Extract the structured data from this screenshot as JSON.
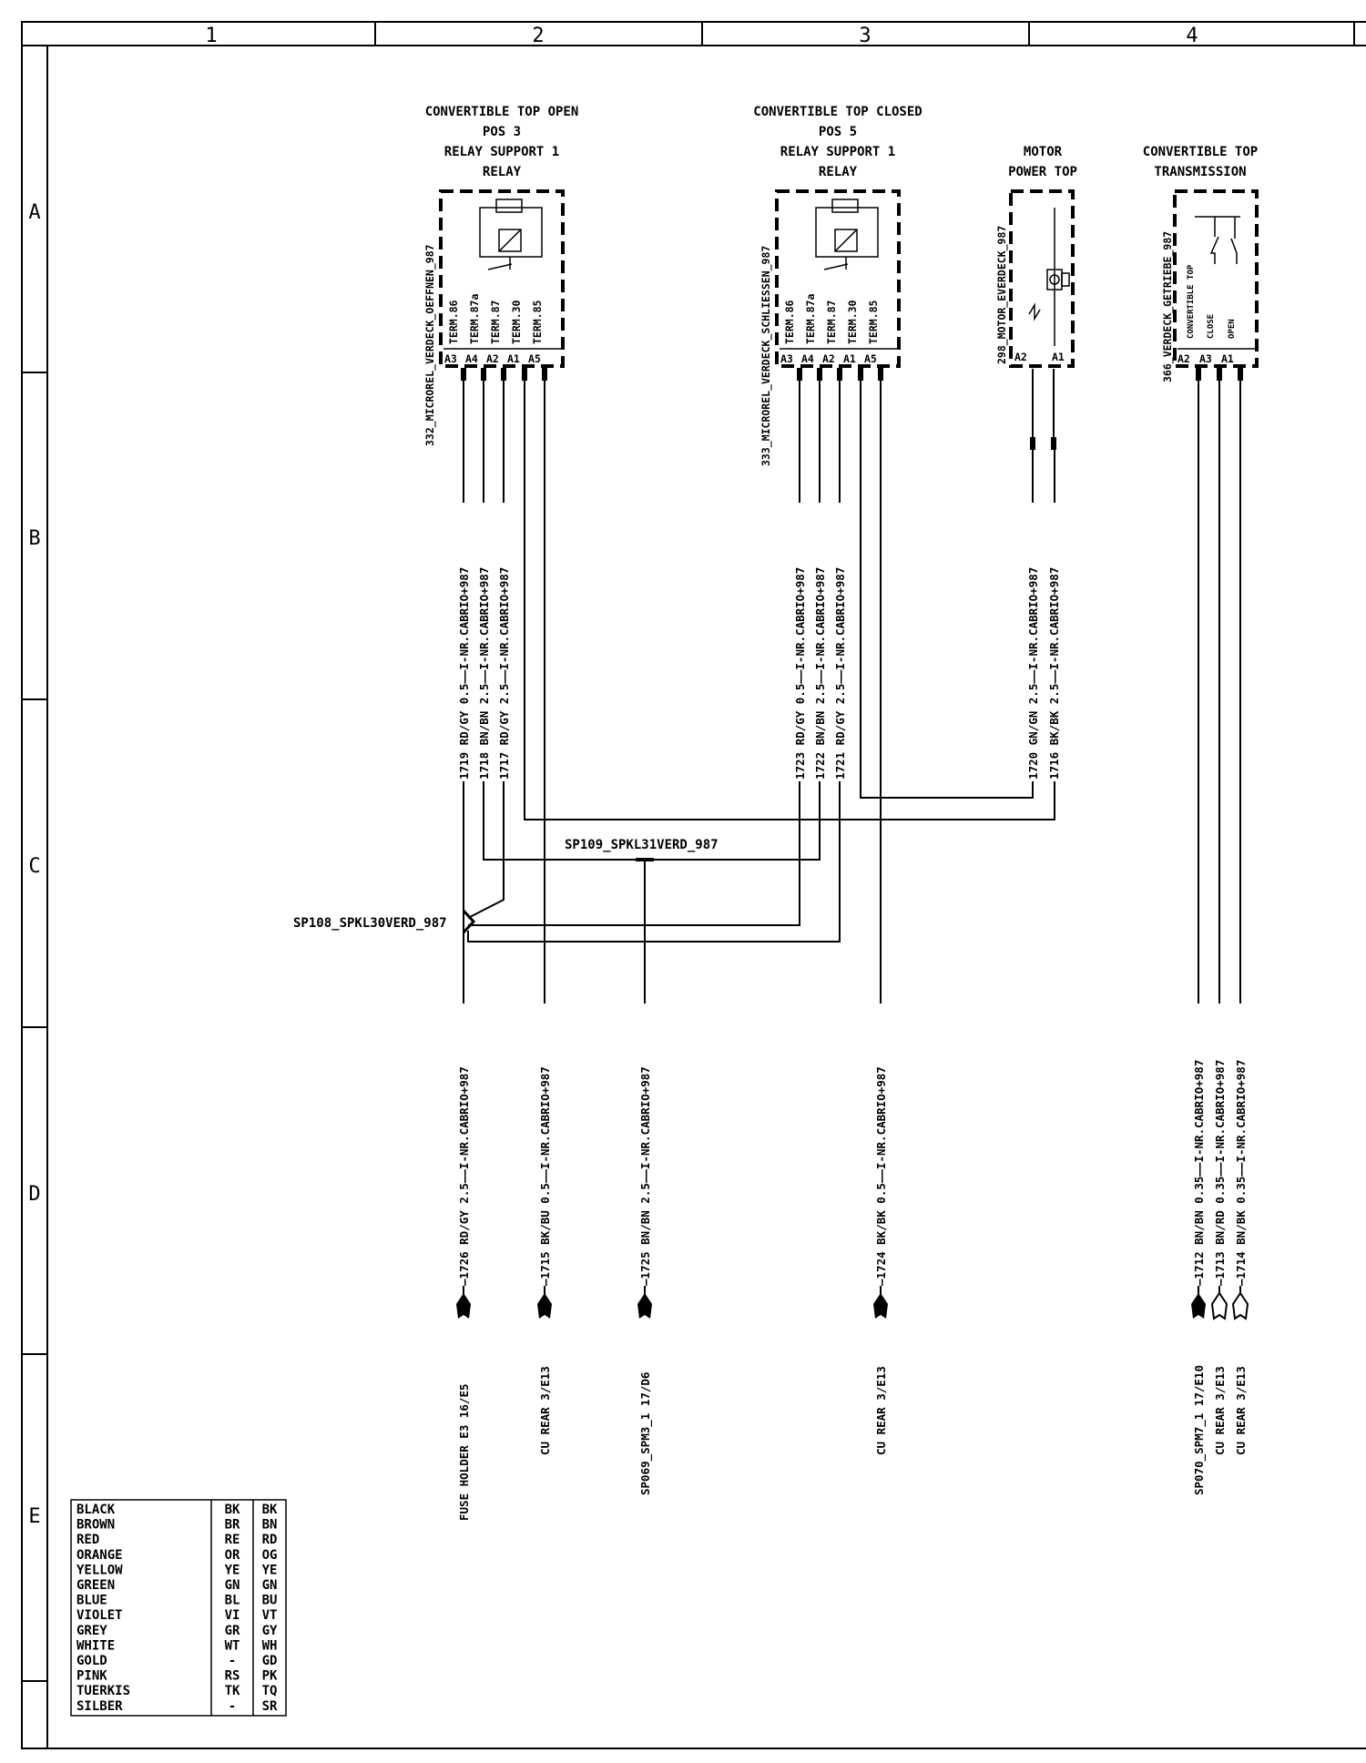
{
  "grid": {
    "columns": [
      "1",
      "2",
      "3",
      "4"
    ],
    "rows": [
      "A",
      "B",
      "C",
      "D",
      "E"
    ]
  },
  "components": {
    "relay_open": {
      "title": [
        "CONVERTIBLE TOP OPEN",
        "POS 3",
        "RELAY SUPPORT 1",
        "RELAY"
      ],
      "id": "332_MICROREL_VERDECK_OEFFNEN_987",
      "terminals": [
        "TERM.86",
        "TERM.87a",
        "TERM.87",
        "TERM.30",
        "TERM.85"
      ],
      "pins": [
        "A3",
        "A4",
        "A2",
        "A1",
        "A5"
      ]
    },
    "relay_closed": {
      "title": [
        "CONVERTIBLE TOP CLOSED",
        "POS 5",
        "RELAY SUPPORT 1",
        "RELAY"
      ],
      "id": "333_MICROREL_VERDECK_SCHLIESSEN_987",
      "terminals": [
        "TERM.86",
        "TERM.87a",
        "TERM.87",
        "TERM.30",
        "TERM.85"
      ],
      "pins": [
        "A3",
        "A4",
        "A2",
        "A1",
        "A5"
      ]
    },
    "motor": {
      "title": [
        "MOTOR",
        "POWER TOP"
      ],
      "id": "298_MOTOR_EVERDECK_987",
      "pins": [
        "A2",
        "A1"
      ]
    },
    "transmission": {
      "title": [
        "CONVERTIBLE TOP",
        "TRANSMISSION"
      ],
      "id": "366_VERDECK_GETRIEBE_987",
      "inner": [
        "CONVERTIBLE TOP",
        "CLOSE",
        "OPEN"
      ],
      "pins": [
        "A2",
        "A3",
        "A1"
      ]
    }
  },
  "wires_upper": [
    "1719 RD/GY 0.5——I-NR.CABRIO+987",
    "1718 BN/BN 2.5——I-NR.CABRIO+987",
    "1717 RD/GY 2.5——I-NR.CABRIO+987",
    "1723 RD/GY 0.5——I-NR.CABRIO+987",
    "1722 BN/BN 2.5——I-NR.CABRIO+987",
    "1721 RD/GY 2.5——I-NR.CABRIO+987",
    "1720 GN/GN 2.5——I-NR.CABRIO+987",
    "1716 BK/BK 2.5——I-NR.CABRIO+987"
  ],
  "splices": {
    "sp109": "SP109_SPKL31VERD_987",
    "sp108": "SP108_SPKL30VERD_987"
  },
  "wires_lower": [
    "—1726 RD/GY 2.5——I-NR.CABRIO+987",
    "—1715 BK/BU 0.5——I-NR.CABRIO+987",
    "—1725 BN/BN 2.5——I-NR.CABRIO+987",
    "—1724 BK/BK 0.5——I-NR.CABRIO+987",
    "—1712 BN/BN 0.35——I-NR.CABRIO+987",
    "—1713 BN/RD 0.35——I-NR.CABRIO+987",
    "—1714 BN/BK 0.35——I-NR.CABRIO+987"
  ],
  "destinations": [
    "FUSE HOLDER  E3   16/E5",
    "CU REAR   3/E13",
    "SP069_SPM3_1   17/D6",
    "CU REAR   3/E13",
    "SP070_SPM7_1  17/E10",
    "CU REAR   3/E13",
    "CU REAR   3/E13"
  ],
  "color_table": [
    [
      "BLACK",
      "BK",
      "BK"
    ],
    [
      "BROWN",
      "BR",
      "BN"
    ],
    [
      "RED",
      "RE",
      "RD"
    ],
    [
      "ORANGE",
      "OR",
      "OG"
    ],
    [
      "YELLOW",
      "YE",
      "YE"
    ],
    [
      "GREEN",
      "GN",
      "GN"
    ],
    [
      "BLUE",
      "BL",
      "BU"
    ],
    [
      "VIOLET",
      "VI",
      "VT"
    ],
    [
      "GREY",
      "GR",
      "GY"
    ],
    [
      "WHITE",
      "WT",
      "WH"
    ],
    [
      "GOLD",
      "-",
      "GD"
    ],
    [
      "PINK",
      "RS",
      "PK"
    ],
    [
      "TUERKIS",
      "TK",
      "TQ"
    ],
    [
      "SILBER",
      "-",
      "SR"
    ]
  ]
}
